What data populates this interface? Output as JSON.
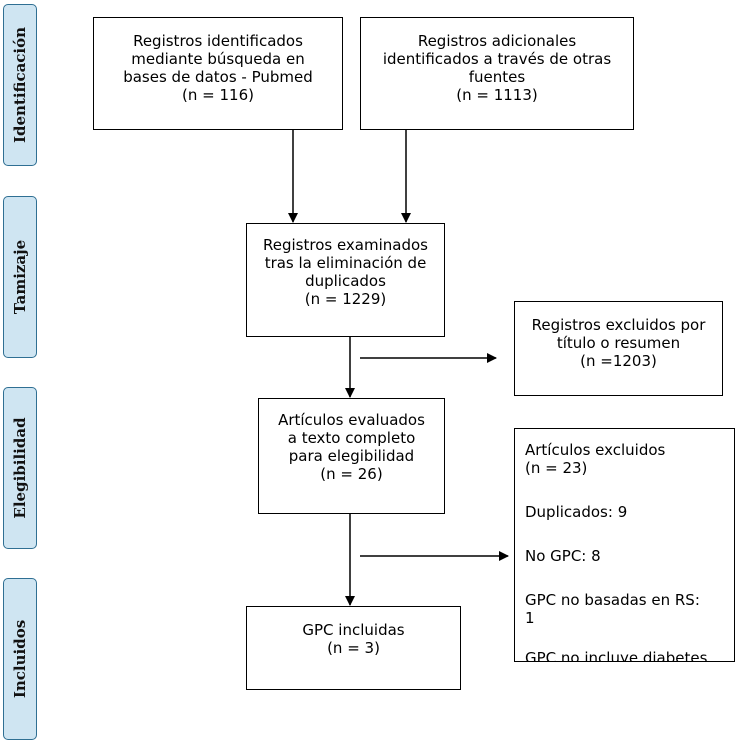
{
  "phases": {
    "identificacion": "Identificación",
    "tamizaje": "Tamizaje",
    "elegibilidad": "Elegibilidad",
    "incluidos": "Incluidos"
  },
  "boxes": {
    "db_records": {
      "lines": [
        "Registros identificados",
        "mediante búsqueda en",
        "bases de datos - Pubmed",
        "(n = 116)"
      ]
    },
    "other_records": {
      "lines": [
        "Registros adicionales",
        "identificados a través de otras",
        "fuentes",
        "(n = 1113)"
      ]
    },
    "screened": {
      "lines": [
        "Registros examinados",
        "tras la eliminación de",
        "duplicados",
        "(n = 1229)"
      ]
    },
    "excluded_title": {
      "lines": [
        "Registros excluidos por",
        "título o resumen",
        "(n =1203)"
      ]
    },
    "fulltext": {
      "lines": [
        "Artículos evaluados",
        "a texto completo",
        "para elegibilidad",
        "(n = 26)"
      ]
    },
    "excluded_articles": {
      "heading": "Artículos excluidos",
      "count": "(n = 23)",
      "duplicados": "Duplicados: 9",
      "no_gpc": "No GPC: 8",
      "no_rs_1": "GPC no basadas en RS:",
      "no_rs_2": "1",
      "no_diabetes": "GPC no incluye diabetes"
    },
    "included": {
      "lines": [
        "GPC incluidas",
        "(n = 3)"
      ]
    }
  }
}
